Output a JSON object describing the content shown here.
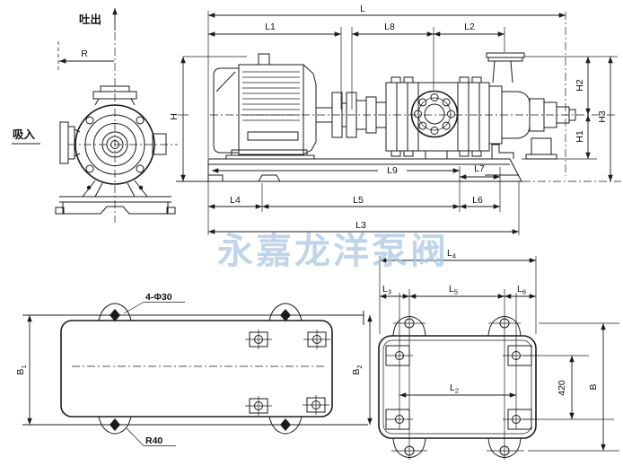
{
  "colors": {
    "ink": "#1b1b1b",
    "watermark_blue": "#a9c6e2"
  },
  "watermark": {
    "text": "永嘉龙洋泵阀"
  },
  "labels": {
    "front": {
      "discharge": "吐出",
      "suction": "吸入",
      "r": "R"
    },
    "side": {
      "l": "L",
      "l1": "L1",
      "l8": "L8",
      "l2": "L2",
      "h": "H",
      "h1": "H1",
      "h2": "H2",
      "h3": "H3",
      "l9": "L9",
      "l7": "L7",
      "l4": "L4",
      "l5": "L5",
      "l6": "L6",
      "l3": "L3"
    },
    "plan_left": {
      "holes": "4-Φ30",
      "radius": "R40",
      "b1": {
        "m": "B",
        "s": "1"
      },
      "b2": {
        "m": "B",
        "s": "2"
      }
    },
    "plan_right": {
      "l4": {
        "m": "L",
        "s": "4"
      },
      "l3": {
        "m": "L",
        "s": "3"
      },
      "l5": {
        "m": "L",
        "s": "5"
      },
      "l6": {
        "m": "L",
        "s": "6"
      },
      "l2": {
        "m": "L",
        "s": "2"
      },
      "v420": "420",
      "b": "B"
    }
  }
}
